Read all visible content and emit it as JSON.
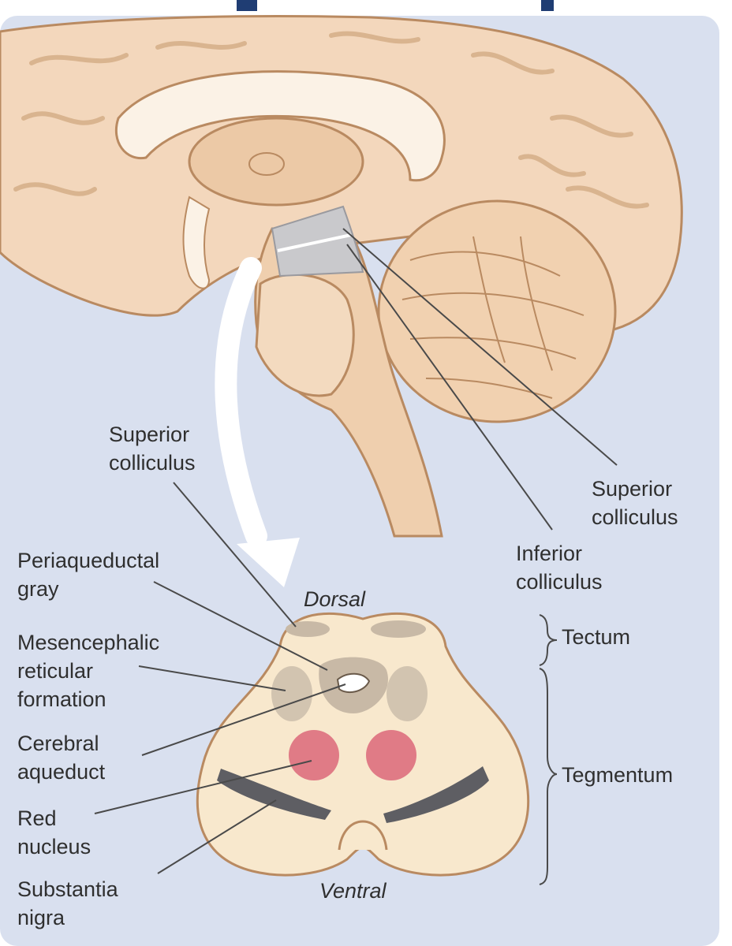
{
  "colors": {
    "panel": "#d9e0ef",
    "brain": "#f3d7bc",
    "brainOutline": "#b98a61",
    "section": "#f8e8cd",
    "gray": "#c8b9a6",
    "redNucleus": "#e07b86",
    "nigra": "#5e5e63",
    "leader": "#4a4a4a",
    "heading": "#1f3d73"
  },
  "labels": {
    "sc_top": [
      "Superior",
      "colliculus"
    ],
    "sc_right": [
      "Superior",
      "colliculus"
    ],
    "ic": [
      "Inferior",
      "colliculus"
    ],
    "pag": [
      "Periaqueductal",
      "gray"
    ],
    "mrf": [
      "Mesencephalic",
      "reticular",
      "formation"
    ],
    "aqueduct": [
      "Cerebral",
      "aqueduct"
    ],
    "red": [
      "Red",
      "nucleus"
    ],
    "nigra": [
      "Substantia",
      "nigra"
    ],
    "tectum": "Tectum",
    "tegmentum": "Tegmentum",
    "dorsal": "Dorsal",
    "ventral": "Ventral"
  }
}
